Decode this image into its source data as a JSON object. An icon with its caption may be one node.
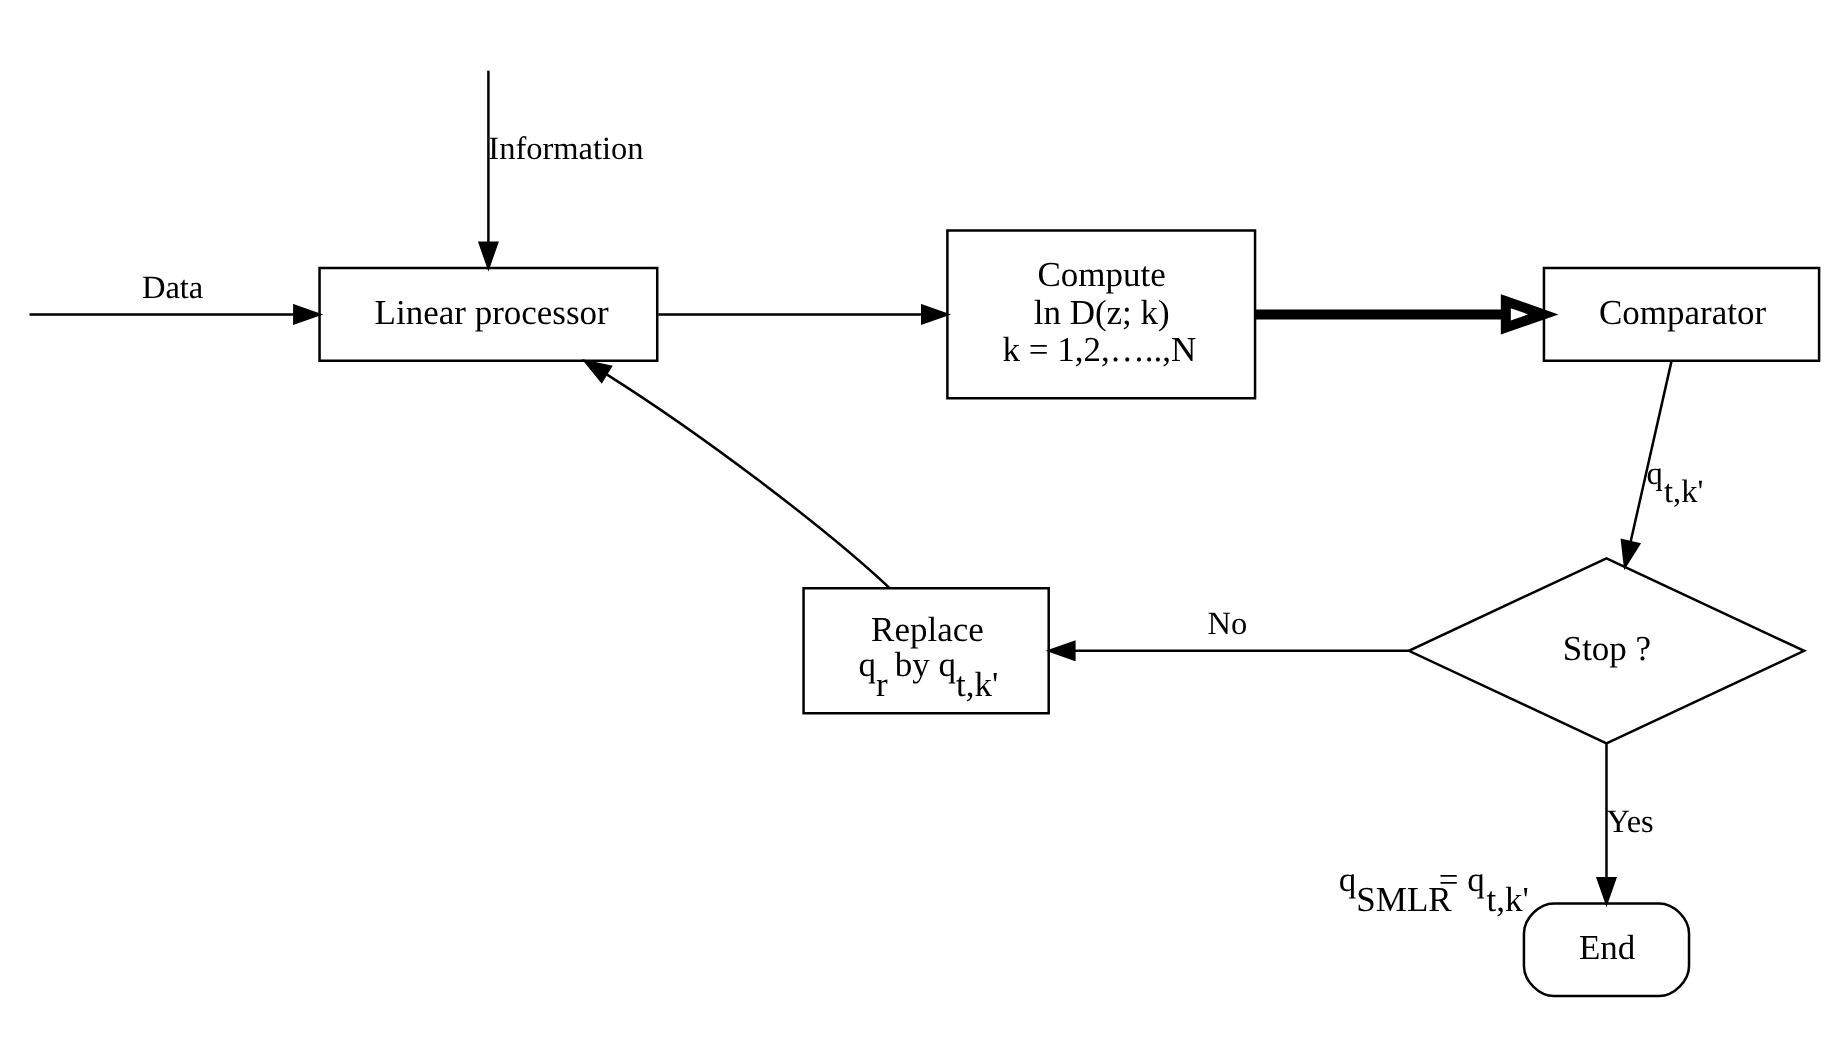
{
  "diagram": {
    "nodes": [
      {
        "text": [
          "Linear processor"
        ]
      },
      {
        "text": [
          "Compute",
          "ln D(z; k)",
          "k = 1,2,…..,N"
        ]
      },
      {
        "text": [
          "Comparator"
        ]
      },
      {
        "text": [
          "Stop ?"
        ]
      },
      {
        "text": [
          "Replace",
          "q$_{r}$ by q$_{t,k'}$"
        ]
      },
      {
        "text": [
          "End"
        ],
        "beside": [
          "q$_{SMLR}$= q$_{t,k'}$"
        ]
      }
    ],
    "edges": [
      {
        "from": null,
        "to": 0,
        "arrow": "to",
        "label": "Data"
      },
      {
        "from": null,
        "to": 0,
        "arrow": "to",
        "label": "Information"
      },
      {
        "from": 0,
        "to": 1,
        "arrow": "to"
      },
      {
        "from": 1,
        "to": 2,
        "arrow": "to",
        "style": "thick"
      },
      {
        "from": 2,
        "to": 3,
        "arrow": "to",
        "label": "q$_{t,k'}$"
      },
      {
        "from": 3,
        "to": 4,
        "arrow": "to",
        "label": "No"
      },
      {
        "from": 3,
        "to": 5,
        "arrow": "to",
        "label": "Yes"
      },
      {
        "from": 4,
        "to": 0,
        "arrow": "to"
      }
    ]
  }
}
